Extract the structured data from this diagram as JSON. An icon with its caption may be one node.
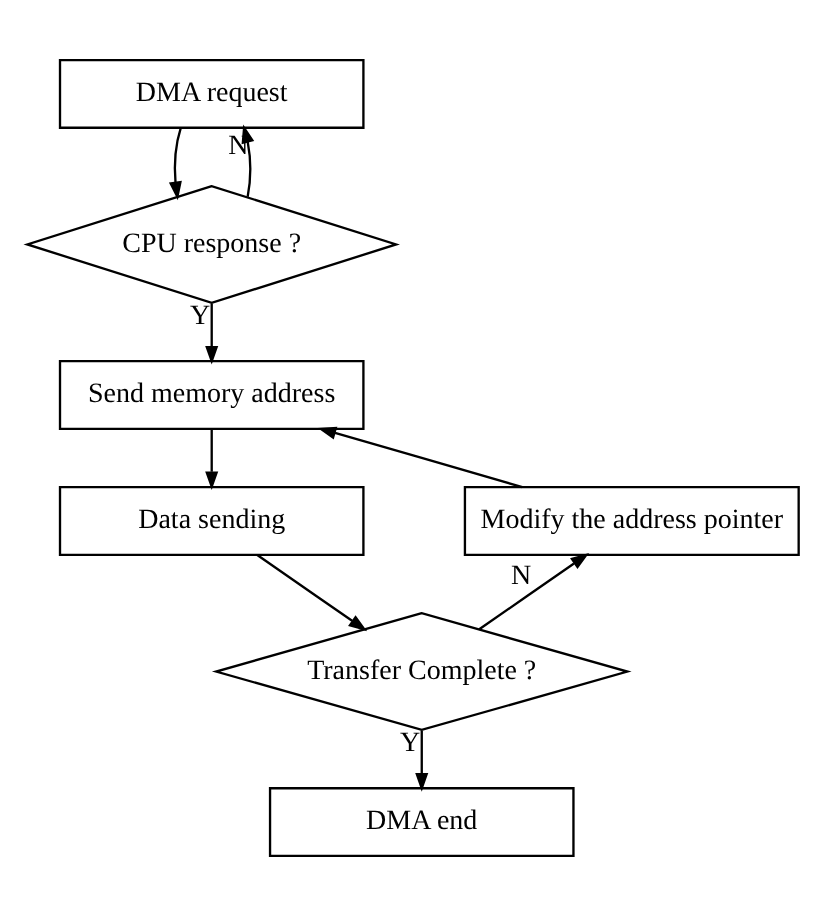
{
  "diagram": {
    "nodes": [
      {
        "text": [
          "DMA request"
        ]
      },
      {
        "text": [
          "CPU response ?"
        ]
      },
      {
        "text": [
          "Send memory address"
        ]
      },
      {
        "text": [
          "Data sending"
        ]
      },
      {
        "text": [
          "Transfer Complete ?"
        ]
      },
      {
        "text": [
          "DMA end"
        ]
      },
      {
        "text": [
          "Modify the address pointer"
        ]
      }
    ],
    "edges": [
      {
        "from": 0,
        "to": 1,
        "arrow": "to"
      },
      {
        "from": 1,
        "to": 0,
        "arrow": "to",
        "label": "N"
      },
      {
        "from": 1,
        "to": 2,
        "arrow": "to",
        "label": "Y"
      },
      {
        "from": 2,
        "to": 3,
        "arrow": "to"
      },
      {
        "from": 3,
        "to": 4,
        "arrow": "to"
      },
      {
        "from": 4,
        "to": 6,
        "arrow": "to",
        "label": "N"
      },
      {
        "from": 6,
        "to": 2,
        "arrow": "to"
      },
      {
        "from": 4,
        "to": 5,
        "arrow": "to",
        "label": "Y"
      }
    ]
  }
}
